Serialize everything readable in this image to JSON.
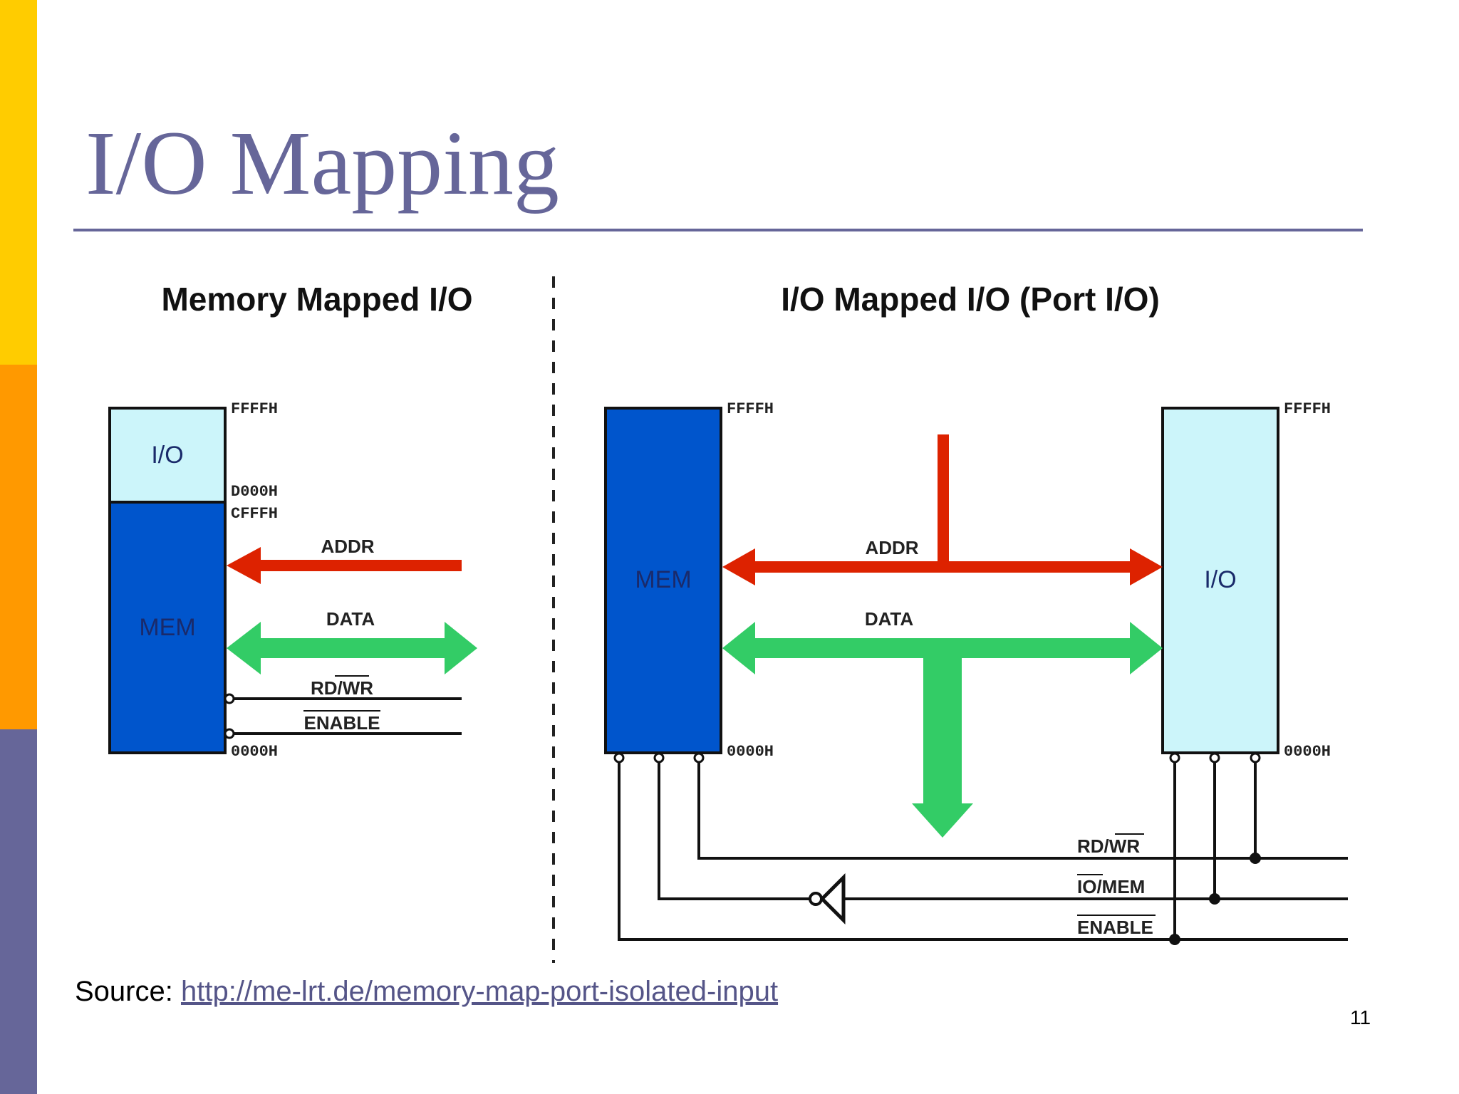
{
  "slide": {
    "title": "I/O Mapping",
    "page_number": "11",
    "source_label": "Source:",
    "source_link": "http://me-lrt.de/memory-map-port-isolated-input"
  },
  "colors": {
    "sidebar_top": "#FFCC00",
    "sidebar_mid": "#FF9900",
    "sidebar_bottom": "#666699",
    "title": "#666699",
    "mem_block": "#0055CC",
    "io_block": "#CCF5FA",
    "addr_bus": "#DD2200",
    "data_bus": "#33CC66"
  },
  "diagram": {
    "left": {
      "heading": "Memory Mapped I/O",
      "io_label": "I/O",
      "mem_label": "MEM",
      "addr_top": "FFFFH",
      "addr_io_start": "D000H",
      "addr_mem_end": "CFFFH",
      "addr_bottom": "0000H",
      "bus_addr": "ADDR",
      "bus_data": "DATA",
      "sig_rdwr": "RD/WR",
      "sig_enable": "ENABLE"
    },
    "right": {
      "heading": "I/O Mapped I/O (Port I/O)",
      "mem_label": "MEM",
      "io_label": "I/O",
      "mem_addr_top": "FFFFH",
      "mem_addr_bottom": "0000H",
      "io_addr_top": "FFFFH",
      "io_addr_bottom": "0000H",
      "bus_addr": "ADDR",
      "bus_data": "DATA",
      "sig_rdwr": "RD/WR",
      "sig_iomem": "IO/MEM",
      "sig_enable": "ENABLE"
    }
  }
}
